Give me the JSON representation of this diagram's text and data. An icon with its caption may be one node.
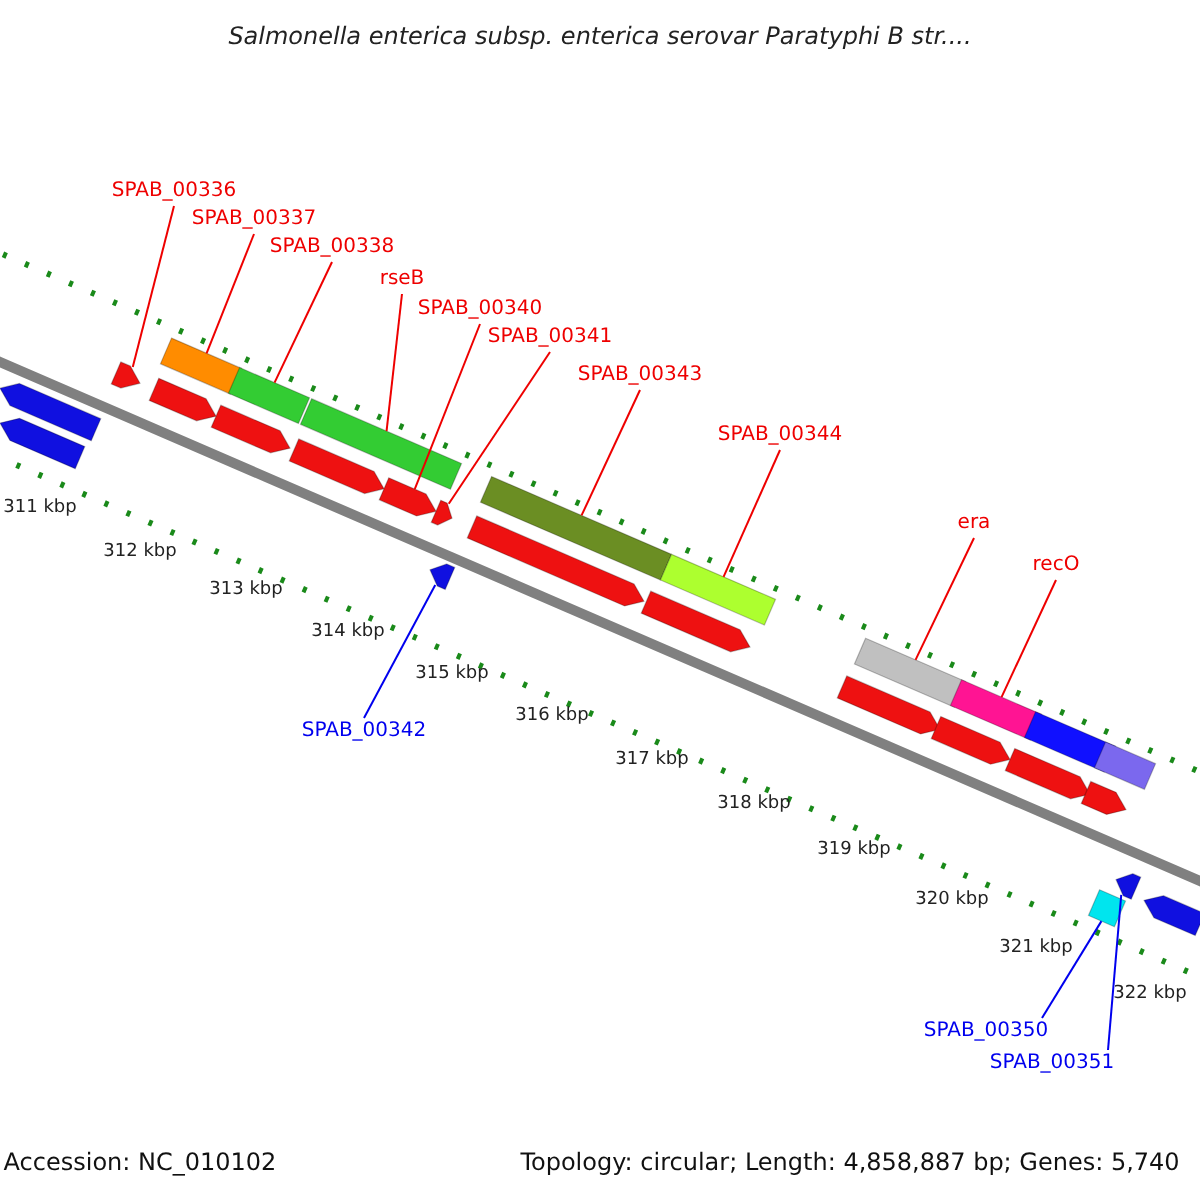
{
  "diagram": {
    "title": "Salmonella enterica subsp. enterica serovar Paratyphi B str....",
    "nodes": [
      {
        "text": [
          "SPAB_00336"
        ]
      },
      {
        "text": [
          "SPAB_00337"
        ]
      },
      {
        "text": [
          "SPAB_00338"
        ]
      },
      {
        "text": [
          "rseB"
        ]
      },
      {
        "text": [
          "SPAB_00340"
        ]
      },
      {
        "text": [
          "SPAB_00341"
        ]
      },
      {
        "text": [
          "SPAB_00343"
        ]
      },
      {
        "text": [
          "SPAB_00344"
        ]
      },
      {
        "text": [
          "era"
        ]
      },
      {
        "text": [
          "recO"
        ]
      },
      {
        "text": [
          "SPAB_00342"
        ]
      },
      {
        "text": [
          "SPAB_00350"
        ]
      },
      {
        "text": [
          "SPAB_00351"
        ]
      },
      {
        "text": [],
        "shape": "arrow"
      },
      {
        "text": [],
        "shape": "arrow"
      },
      {
        "text": [],
        "shape": "arrow"
      },
      {
        "text": [],
        "shape": "bar"
      },
      {
        "text": [],
        "shape": "arrow"
      },
      {
        "text": [],
        "shape": "arrow"
      },
      {
        "text": [],
        "shape": "bar"
      },
      {
        "text": [],
        "shape": "arrow"
      },
      {
        "text": [],
        "shape": "bar"
      },
      {
        "text": [],
        "shape": "arrow"
      },
      {
        "text": [],
        "shape": "arrow"
      },
      {
        "text": [],
        "shape": "arrow"
      },
      {
        "text": [],
        "shape": "bar"
      },
      {
        "text": [],
        "shape": "arrow"
      },
      {
        "text": [],
        "shape": "bar"
      },
      {
        "text": [],
        "shape": "arrow"
      },
      {
        "text": [],
        "shape": "arrow"
      },
      {
        "text": [],
        "shape": "bar"
      },
      {
        "text": [],
        "shape": "arrow"
      },
      {
        "text": [],
        "shape": "bar"
      },
      {
        "text": [],
        "shape": "arrow"
      },
      {
        "text": [],
        "shape": "bar"
      },
      {
        "text": [],
        "shape": "arrow"
      },
      {
        "text": [],
        "shape": "bar"
      },
      {
        "text": [],
        "shape": "bar"
      },
      {
        "text": [],
        "shape": "arrow"
      },
      {
        "text": [],
        "shape": "arrow"
      }
    ],
    "edges": [
      {
        "from": 0,
        "to": 15,
        "arrow": "none"
      },
      {
        "from": 1,
        "to": 16,
        "arrow": "none"
      },
      {
        "from": 2,
        "to": 19,
        "arrow": "none"
      },
      {
        "from": 3,
        "to": 21,
        "arrow": "none"
      },
      {
        "from": 4,
        "to": 22,
        "arrow": "none"
      },
      {
        "from": 5,
        "to": 23,
        "arrow": "none"
      },
      {
        "from": 6,
        "to": 25,
        "arrow": "none"
      },
      {
        "from": 7,
        "to": 27,
        "arrow": "none"
      },
      {
        "from": 8,
        "to": 30,
        "arrow": "none"
      },
      {
        "from": 9,
        "to": 32,
        "arrow": "none"
      },
      {
        "from": 10,
        "to": 24,
        "arrow": "none",
        "color": "#0000ee"
      },
      {
        "from": 11,
        "to": 37,
        "arrow": "none",
        "color": "#0000ee"
      },
      {
        "from": 12,
        "to": 38,
        "arrow": "none",
        "color": "#0000ee"
      }
    ],
    "labels": [
      "311 kbp",
      "312 kbp",
      "313 kbp",
      "314 kbp",
      "315 kbp",
      "316 kbp",
      "317 kbp",
      "318 kbp",
      "319 kbp",
      "320 kbp",
      "321 kbp",
      "322 kbp",
      "Accession: NC_010102",
      "Topology: circular; Length: 4,858,887 bp; Genes: 5,740"
    ]
  }
}
